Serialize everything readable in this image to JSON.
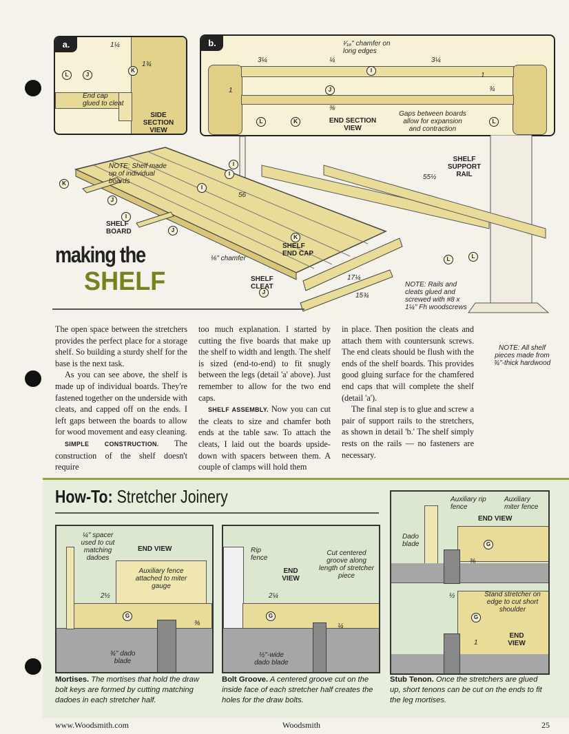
{
  "figures": {
    "detail_a": {
      "tag": "a.",
      "dim_top": "1¼",
      "dim_side": "1¾",
      "parts": [
        "L",
        "J",
        "K"
      ],
      "note": "End cap glued to cleat",
      "view": "SIDE SECTION VIEW"
    },
    "detail_b": {
      "tag": "b.",
      "chamfer_note": "¹⁄₁₆\" chamfer on long edges",
      "dim_left": "3¼",
      "dim_mid": "¼",
      "dim_right": "3¼",
      "dim_height": "1",
      "dim_side_a": "1",
      "dim_side_b": "¾",
      "dim_gap": "⅜",
      "parts": [
        "L",
        "K",
        "J",
        "I",
        "L"
      ],
      "view": "END SECTION VIEW",
      "gap_note": "Gaps between boards allow for expansion and contraction"
    },
    "exploded": {
      "note_shelf": "NOTE: Shelf made up of individual boards",
      "shelf_board": "SHELF BOARD",
      "dim_length": "56",
      "chamfer": "⅛\" chamfer",
      "shelf_end_cap": "SHELF END CAP",
      "shelf_cleat": "SHELF CLEAT",
      "dim_cleat_a": "17¼",
      "dim_cleat_b": "15¾",
      "shelf_support_rail": "SHELF SUPPORT RAIL",
      "dim_rail": "55½",
      "note_rails": "NOTE: Rails and cleats glued and screwed with #8 x 1¼\" Fh woodscrews",
      "note_pieces": "NOTE: All shelf pieces made from ¾\"-thick hardwood",
      "part_letters": [
        "K",
        "J",
        "I",
        "J",
        "I",
        "I",
        "K",
        "J",
        "L",
        "L",
        "I"
      ]
    }
  },
  "title": {
    "line1": "making the",
    "line2": "SHELF"
  },
  "article": {
    "col1_p1": "The open space between the stretchers provides the perfect place for a storage shelf. So building a sturdy shelf for the base is the next task.",
    "col1_p2": "As you can see above, the shelf is made up of individual boards. They're fastened together on the underside with cleats, and capped off on the ends. I left gaps between the boards to allow for wood movement and easy cleaning.",
    "col1_rh": "SIMPLE CONSTRUCTION.",
    "col1_p3": " The construction of the shelf doesn't require",
    "col2_p1": "too much explanation. I started by cutting the five boards that make up the shelf to width and length. The shelf is sized (end-to-end) to fit snugly between the legs (detail 'a' above). Just remember to allow for the two end caps.",
    "col2_rh": "SHELF ASSEMBLY.",
    "col2_p2": " Now you can cut the cleats to size and chamfer both ends at the table saw. To attach the cleats, I laid out the boards upside-down with spacers between them. A couple of clamps will hold them",
    "col3_p1": "in place. Then position the cleats and attach them with countersunk screws. The end cleats should be flush with the ends of the shelf boards. This provides good gluing surface for the chamfered end caps that will complete the shelf (detail 'a').",
    "col3_p2": "The final step is to glue and screw a pair of support rails to the stretchers, as shown in detail 'b.' The shelf simply rests on the rails — no fasteners are necessary."
  },
  "howto": {
    "title_bold": "How-To:",
    "title_rest": "Stretcher Joinery",
    "panel1": {
      "spacer_note": "¼\" spacer used to cut matching dadoes",
      "view": "END VIEW",
      "fence_note": "Auxiliary fence attached to miter gauge",
      "dim": "2½",
      "dim_small": "⅜",
      "part": "G",
      "blade": "¾\" dado blade",
      "cap_title": "Mortises.",
      "cap_text": " The mortises that hold the draw bolt keys are formed by cutting matching dadoes in each stretcher half."
    },
    "panel2": {
      "rip": "Rip fence",
      "view": "END VIEW",
      "groove_note": "Cut centered groove along length of stretcher piece",
      "dim": "2¼",
      "dim_small": "¼",
      "part": "G",
      "blade": "½\"-wide dado blade",
      "cap_title": "Bolt Groove.",
      "cap_text": " A centered groove cut on the inside face of each stretcher half creates the holes for the draw bolts."
    },
    "panel3": {
      "aux_rip": "Auxiliary rip fence",
      "aux_miter": "Auxiliary miter fence",
      "view_top": "END VIEW",
      "dado": "Dado blade",
      "part_top": "G",
      "dim_top": "⅜",
      "dim_half": "½",
      "stand_note": "Stand stretcher on edge to cut short shoulder",
      "part_bottom": "G",
      "view_bottom": "END VIEW",
      "dim_bottom": "1",
      "cap_title": "Stub Tenon.",
      "cap_text": " Once the stretchers are glued up, short tenons can be cut on the ends to fit the leg mortises."
    }
  },
  "footer": {
    "url": "www.Woodsmith.com",
    "mag": "Woodsmith",
    "page": "25"
  },
  "colors": {
    "wood": "#e9dc98",
    "howto_bg": "#dbe7cf",
    "rule": "#9aa23a"
  }
}
